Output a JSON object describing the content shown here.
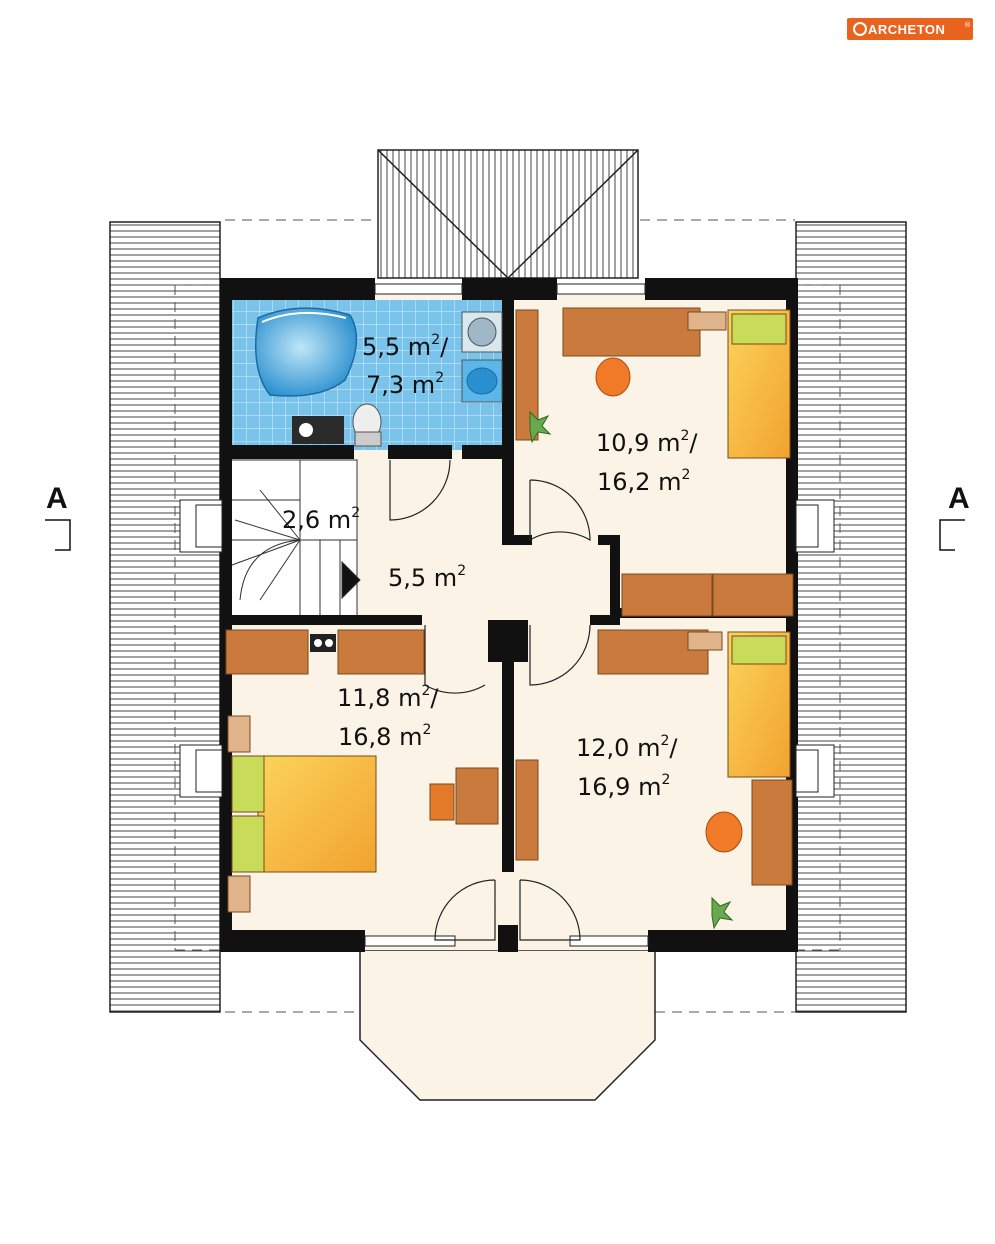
{
  "logo": {
    "text": "ARCHETON",
    "registered": "®",
    "color": "#e8641e"
  },
  "section_markers": {
    "left": "A",
    "right": "A"
  },
  "rooms": {
    "bathroom": {
      "area1": "5,5 m",
      "area2": "7,3 m"
    },
    "bedroom_ne": {
      "area1": "10,9 m",
      "area2": "16,2 m"
    },
    "stair": {
      "area1": "2,6 m"
    },
    "hall": {
      "area1": "5,5 m"
    },
    "bedroom_sw": {
      "area1": "11,8 m",
      "area2": "16,8 m"
    },
    "bedroom_se": {
      "area1": "12,0 m",
      "area2": "16,9 m"
    }
  },
  "units": {
    "sup": "2",
    "sep": "/"
  },
  "colors": {
    "floor": "#fbf3e6",
    "wall": "#111111",
    "roof": "#ffffff",
    "tile": "#7ac4ec",
    "furniture": "#c97a3c",
    "bed": "#f6b73c",
    "pillow": "#c8dc5a",
    "chair": "#f07a28",
    "plant": "#6aa84f"
  }
}
